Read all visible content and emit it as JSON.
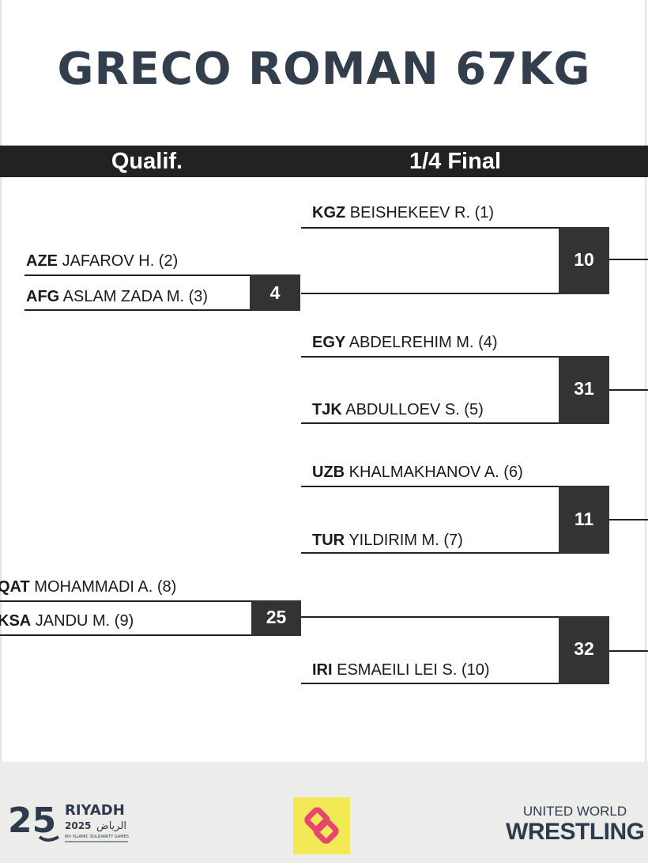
{
  "title": "GRECO ROMAN 67KG",
  "rounds": [
    "Qualif.",
    "1/4 Final"
  ],
  "qualification": [
    {
      "wrestler_a": {
        "country": "AZE",
        "name": "JAFAROV H. (2)"
      },
      "wrestler_b": {
        "country": "AFG",
        "name": "ASLAM ZADA M. (3)"
      },
      "winner_bout": "4"
    },
    {
      "wrestler_a": {
        "country": "QAT",
        "name": "MOHAMMADI A. (8)"
      },
      "wrestler_b": {
        "country": "KSA",
        "name": "JANDU M. (9)"
      },
      "winner_bout": "25"
    }
  ],
  "quarterfinals": [
    {
      "wrestler_a": {
        "country": "KGZ",
        "name": "BEISHEKEEV R. (1)"
      },
      "wrestler_b": null,
      "bout": "10"
    },
    {
      "wrestler_a": {
        "country": "EGY",
        "name": "ABDELREHIM M. (4)"
      },
      "wrestler_b": {
        "country": "TJK",
        "name": "ABDULLOEV S. (5)"
      },
      "bout": "31"
    },
    {
      "wrestler_a": {
        "country": "UZB",
        "name": "KHALMAKHANOV A. (6)"
      },
      "wrestler_b": {
        "country": "TUR",
        "name": "YILDIRIM M. (7)"
      },
      "bout": "11"
    },
    {
      "wrestler_a": null,
      "wrestler_b": {
        "country": "IRI",
        "name": "ESMAEILI LEI S. (10)"
      },
      "bout": "32"
    }
  ],
  "footer": {
    "riyadh_logo": {
      "number": "25",
      "city": "RIYADH",
      "year": "2025",
      "arabic": "الرياض",
      "subtitle": "6th ISLAMIC SOLIDARITY GAMES"
    },
    "center_logo_icon": "islamic-solidarity-emblem-icon",
    "uww_line1": "UNITED WORLD",
    "uww_line2": "WRESTLING"
  },
  "colors": {
    "title": "#333e4d",
    "header_bg": "#222222",
    "score_bg": "#333333",
    "emblem_yellow": "#f2ea55",
    "emblem_pink": "#e8466f"
  }
}
